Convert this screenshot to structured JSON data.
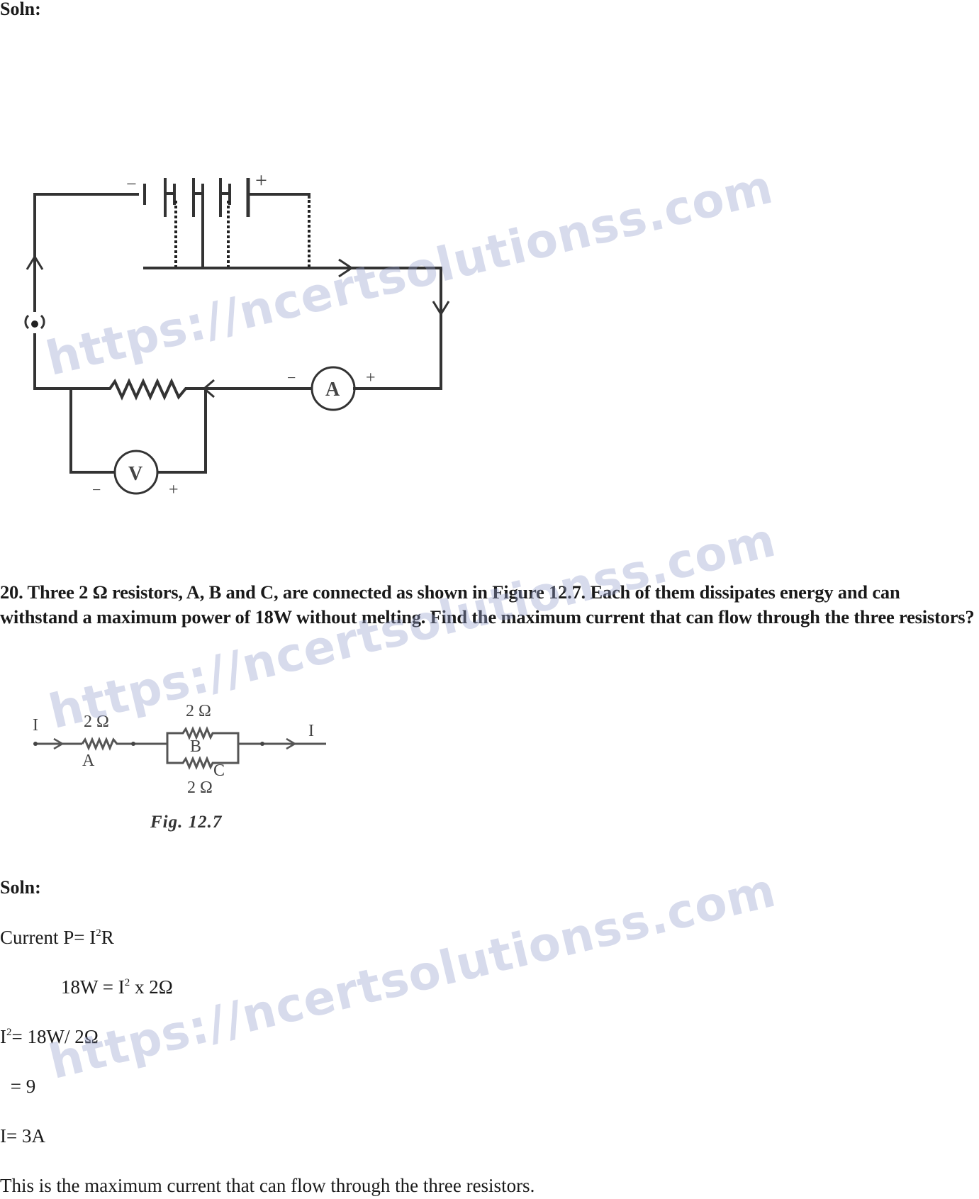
{
  "solution_1": {
    "heading": "Soln:",
    "circuit_diagram": {
      "battery_minus": "−",
      "battery_plus": "+",
      "ammeter_label": "A",
      "ammeter_minus": "−",
      "ammeter_plus": "+",
      "voltmeter_label": "V",
      "voltmeter_minus": "−",
      "voltmeter_plus": "+"
    }
  },
  "question_20": {
    "text": "20. Three 2 Ω resistors, A, B and C, are connected as shown in Figure 12.7. Each of them dissipates energy and can withstand a maximum power of 18W without melting. Find the maximum current that can flow through the three resistors?",
    "figure": {
      "current_in": "I",
      "current_out": "I",
      "resistor_a_value": "2 Ω",
      "resistor_a_label": "A",
      "resistor_b_value": "2 Ω",
      "resistor_b_label": "B",
      "resistor_c_value": "2 Ω",
      "resistor_c_label": "C",
      "caption": "Fig. 12.7"
    }
  },
  "solution_2": {
    "heading": "Soln:",
    "lines": [
      {
        "pre": "Current P= I",
        "sup": "2",
        "post": "R"
      },
      {
        "pre": "18W = I",
        "sup": "2",
        "post": " x 2Ω"
      },
      {
        "pre": "I",
        "sup": "2",
        "post": "= 18W/ 2Ω"
      },
      {
        "pre": " = 9",
        "sup": "",
        "post": ""
      },
      {
        "pre": "I= 3A",
        "sup": "",
        "post": ""
      }
    ],
    "conclusion": "This is the maximum current that can flow through the three resistors."
  },
  "watermarks": [
    "https://ncertsolutionss.com",
    "https://ncertsolutionss.com",
    "https://ncertsolutionss.com"
  ]
}
